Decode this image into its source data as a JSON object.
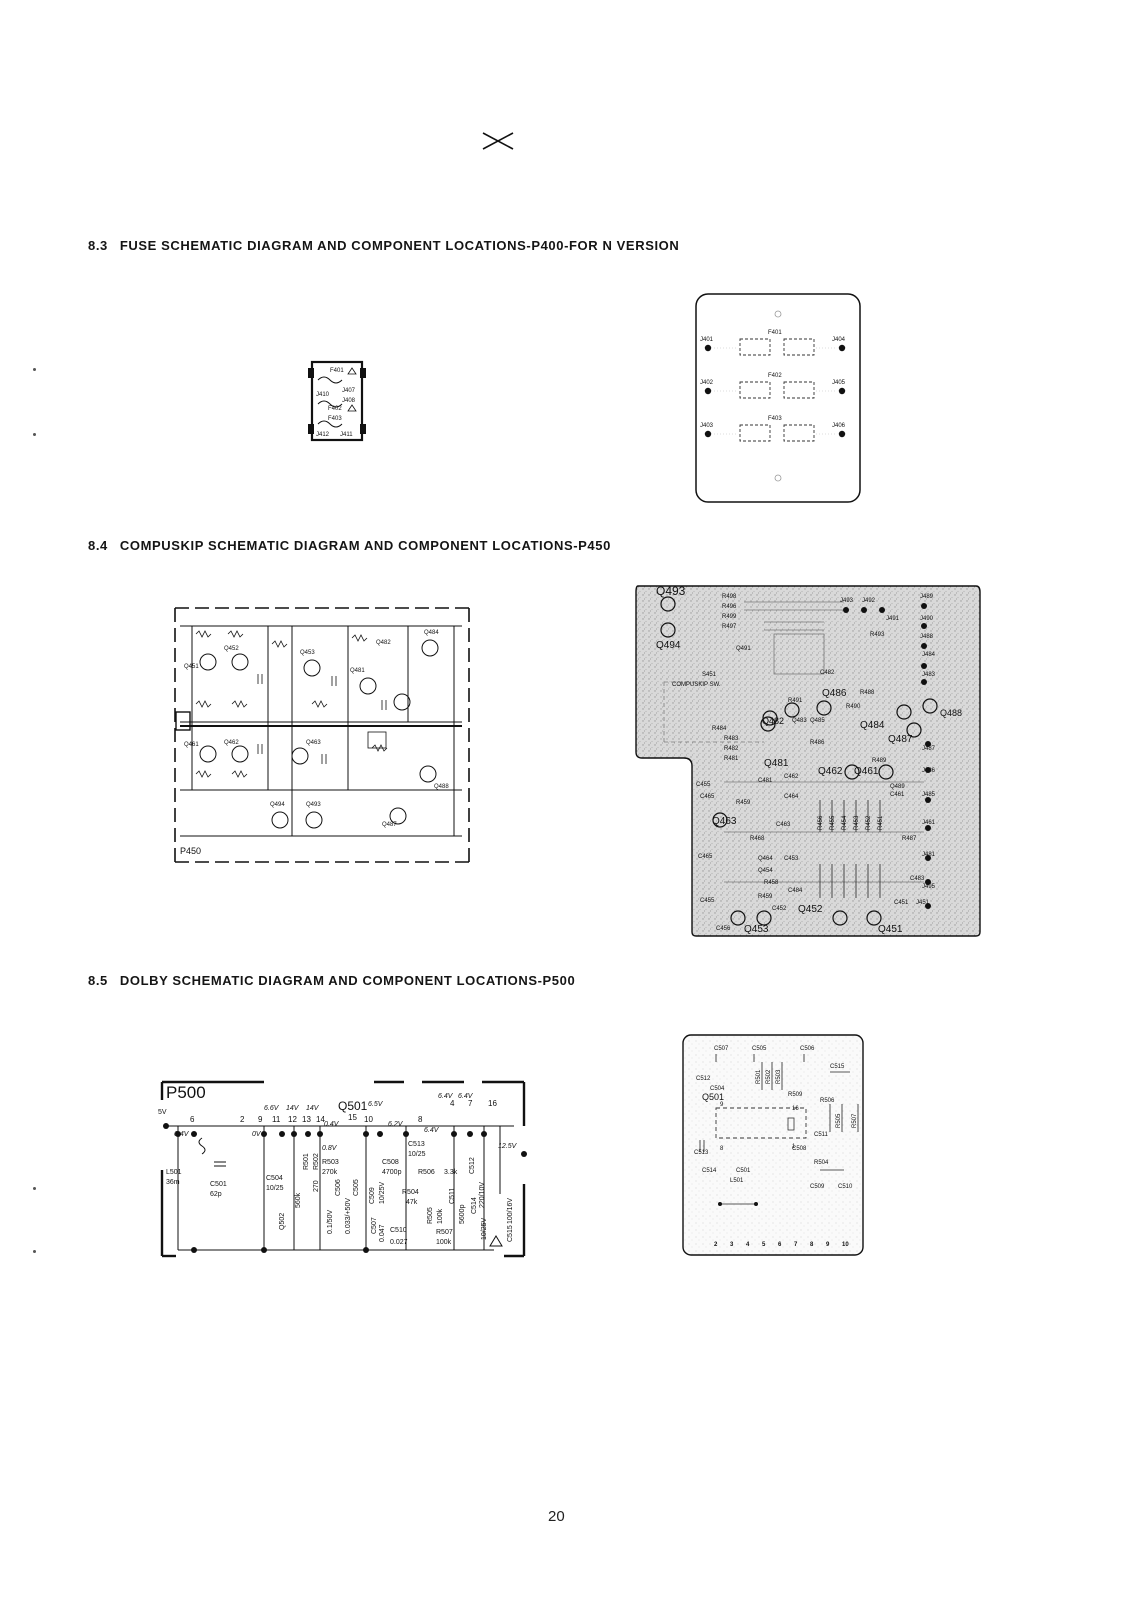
{
  "sections": [
    {
      "number": "8.3",
      "title": "FUSE SCHEMATIC DIAGRAM AND COMPONENT LOCATIONS-P400-FOR N VERSION"
    },
    {
      "number": "8.4",
      "title": "COMPUSKIP SCHEMATIC DIAGRAM AND COMPONENT LOCATIONS-P450"
    },
    {
      "number": "8.5",
      "title": "DOLBY SCHEMATIC DIAGRAM AND COMPONENT LOCATIONS-P500"
    }
  ],
  "page_number": "20",
  "fuse": {
    "schematic": {
      "labels": [
        "F401",
        "F402",
        "F403",
        "J410",
        "J407",
        "J408",
        "J412",
        "J411"
      ]
    },
    "pcb": {
      "jacks_left": [
        "J401",
        "J402",
        "J403"
      ],
      "jacks_right": [
        "J404",
        "J405",
        "J406"
      ],
      "fuses": [
        "F401",
        "F402",
        "F403"
      ]
    }
  },
  "compuskip": {
    "schematic": {
      "board_label": "P450",
      "transistors": [
        "Q451",
        "Q452",
        "Q453",
        "Q461",
        "Q462",
        "Q463",
        "Q481",
        "Q482",
        "Q484",
        "Q487",
        "Q488",
        "Q494",
        "Q493"
      ]
    },
    "pcb": {
      "top_labels": [
        "Q493",
        "R498",
        "R496",
        "R499",
        "R497",
        "J493",
        "J492",
        "J491",
        "R493",
        "J489",
        "J490",
        "J488"
      ],
      "mid_labels": [
        "Q494",
        "Q491",
        "S451",
        "COMPUSKIP SW.",
        "C482",
        "Q486",
        "R488",
        "R491",
        "R490",
        "J484",
        "J483",
        "Q488",
        "Q482",
        "Q483",
        "Q485",
        "Q484",
        "R484",
        "R483",
        "R482",
        "R481",
        "R486",
        "Q487",
        "Q481",
        "R489",
        "J487",
        "Q462",
        "Q461",
        "J486",
        "C455",
        "C481",
        "C462",
        "C461",
        "Q489",
        "J485"
      ],
      "low_labels": [
        "Q463",
        "R459",
        "C465",
        "C464",
        "C463",
        "R468",
        "J461",
        "R487",
        "C465",
        "Q464",
        "C453",
        "Q454",
        "J481",
        "C483",
        "R458",
        "C484",
        "R459",
        "J495",
        "C455",
        "C452",
        "Q452",
        "C451",
        "J451",
        "C456",
        "Q453",
        "Q451"
      ],
      "resistor_column": [
        "R456",
        "R455",
        "R454",
        "R453",
        "R452",
        "R451"
      ]
    }
  },
  "dolby": {
    "schematic": {
      "board_label": "P500",
      "supply": "5V",
      "ic": "Q501",
      "pin_numbers": [
        "6",
        "2",
        "9",
        "11",
        "12",
        "13",
        "14",
        "15",
        "10",
        "8",
        "4",
        "7",
        "16"
      ],
      "voltages": [
        "6.6V",
        "14V",
        "14V",
        "6.5V",
        "6.4V",
        "6.4V",
        "6.4V",
        "0V",
        "0.4V",
        "6.2V",
        "6.4V",
        "12.5V",
        "0.8V"
      ],
      "parts": [
        "L501",
        "36m",
        "C501",
        "62p",
        "C504",
        "10/25",
        "R501",
        "560k",
        "R502",
        "270",
        "R503",
        "270k",
        "C513",
        "10/25",
        "C508",
        "4700p",
        "R506",
        "3.3k",
        "R504",
        "47k",
        "C509",
        "10/25V",
        "C505",
        "0.033/+50V",
        "C506",
        "0.1/50V",
        "C507",
        "0.047",
        "C510",
        "0.027",
        "R505",
        "100k",
        "R507",
        "100k",
        "C511",
        "5600p",
        "C512",
        "220/10V",
        "C514",
        "10/25V",
        "C515",
        "100/16V",
        "Q502"
      ]
    },
    "pcb": {
      "labels": [
        "C507",
        "C505",
        "C506",
        "C512",
        "R501",
        "R502",
        "R503",
        "C515",
        "C504",
        "Q501",
        "R509",
        "R506",
        "R505",
        "R507",
        "C511",
        "C513",
        "C508",
        "C514",
        "C501",
        "L501",
        "R504",
        "C509",
        "C510"
      ],
      "pins": [
        "2",
        "3",
        "4",
        "5",
        "6",
        "7",
        "8",
        "9",
        "10"
      ],
      "ic_pins": [
        "9",
        "16",
        "8",
        "1"
      ]
    }
  }
}
